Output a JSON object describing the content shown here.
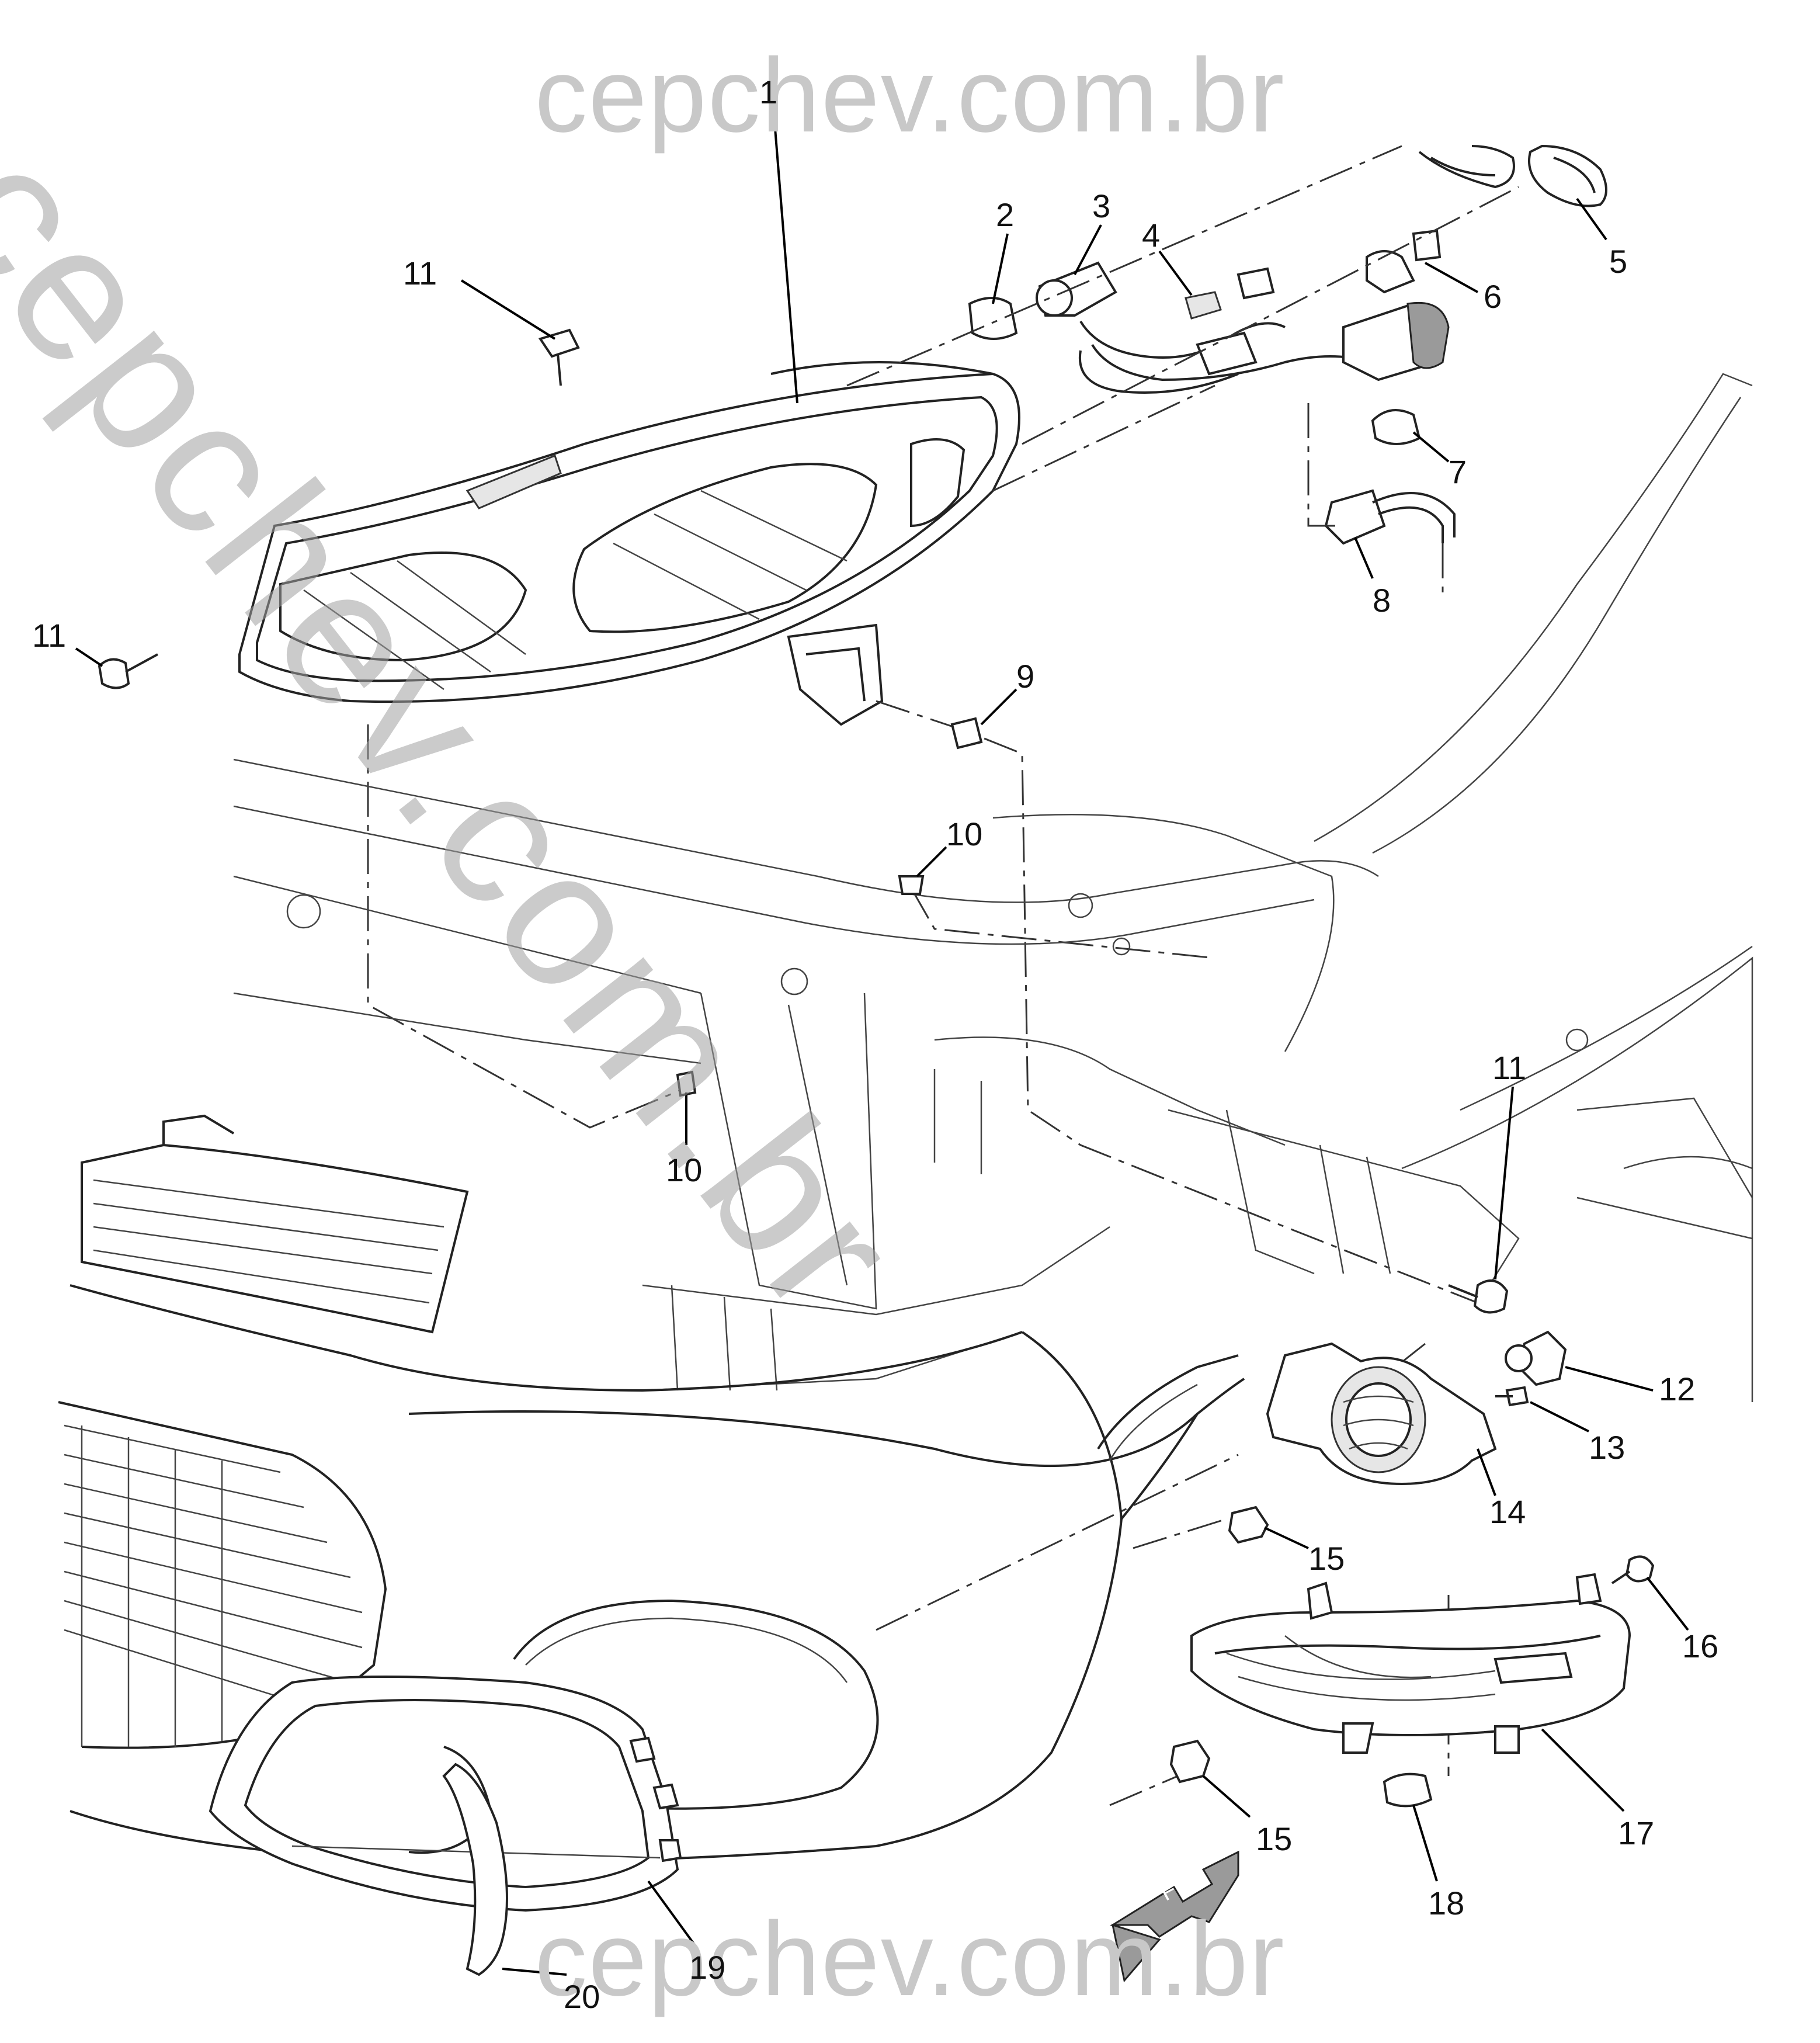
{
  "watermark": {
    "top": "cepchev.com.br",
    "diagonal": "cepchev.com.br",
    "bottom": "cepchev.com.br"
  },
  "callouts": [
    {
      "id": "c1",
      "label": "1"
    },
    {
      "id": "c2",
      "label": "2"
    },
    {
      "id": "c3",
      "label": "3"
    },
    {
      "id": "c4",
      "label": "4"
    },
    {
      "id": "c5",
      "label": "5"
    },
    {
      "id": "c6",
      "label": "6"
    },
    {
      "id": "c7",
      "label": "7"
    },
    {
      "id": "c8",
      "label": "8"
    },
    {
      "id": "c9",
      "label": "9"
    },
    {
      "id": "c10a",
      "label": "10"
    },
    {
      "id": "c10b",
      "label": "10"
    },
    {
      "id": "c11a",
      "label": "11"
    },
    {
      "id": "c11b",
      "label": "11"
    },
    {
      "id": "c11c",
      "label": "11"
    },
    {
      "id": "c12",
      "label": "12"
    },
    {
      "id": "c13",
      "label": "13"
    },
    {
      "id": "c14",
      "label": "14"
    },
    {
      "id": "c15a",
      "label": "15"
    },
    {
      "id": "c15b",
      "label": "15"
    },
    {
      "id": "c16",
      "label": "16"
    },
    {
      "id": "c17",
      "label": "17"
    },
    {
      "id": "c18",
      "label": "18"
    },
    {
      "id": "c19",
      "label": "19"
    },
    {
      "id": "c20",
      "label": "20"
    }
  ],
  "front_arrow": "FRT"
}
